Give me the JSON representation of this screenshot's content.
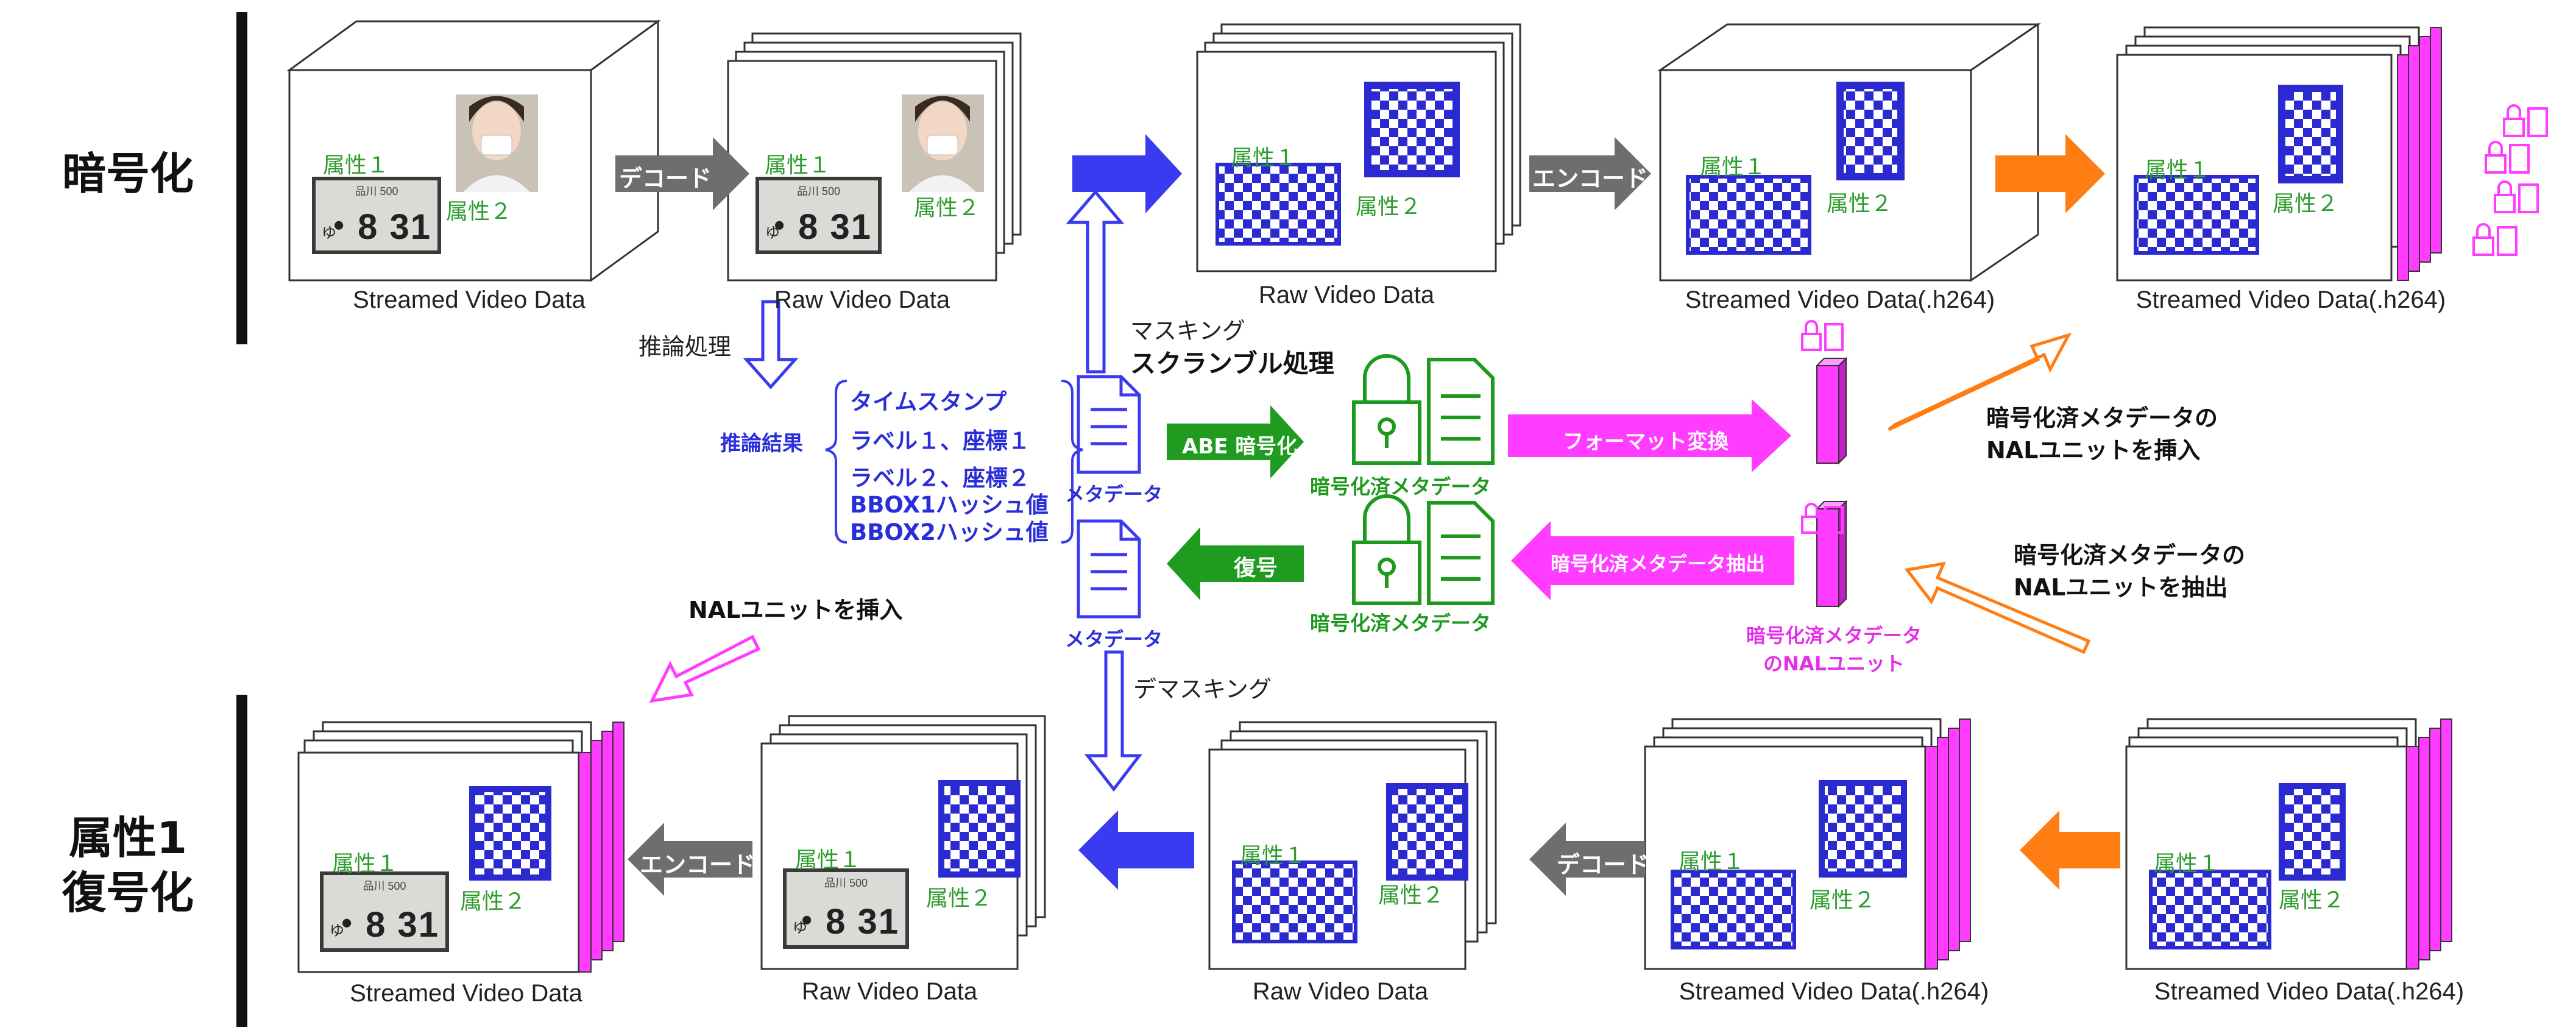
{
  "side_titles": {
    "encrypt": "暗号化",
    "decrypt_line1": "属性1",
    "decrypt_line2": "復号化"
  },
  "captions": {
    "streamed": "Streamed Video Data",
    "raw": "Raw Video Data",
    "streamed_h264": "Streamed Video Data(.h264)"
  },
  "attributes": {
    "attr1": "属性１",
    "attr2": "属性２"
  },
  "arrows": {
    "decode": "デコード",
    "encode": "エンコード",
    "abe_encrypt": "ABE 暗号化",
    "format_convert": "フォーマット変換",
    "extract_meta": "暗号化済メタデータ抽出",
    "decrypt": "復号"
  },
  "labels": {
    "inference": "推論処理",
    "inference_result": "推論結果",
    "masking": "マスキング",
    "scramble": "スクランブル処理",
    "demasking": "デマスキング",
    "metadata": "メタデータ",
    "encrypted_metadata": "暗号化済メタデータ",
    "nal_unit_line1": "暗号化済メタデータ",
    "nal_unit_line2": "のNALユニット",
    "insert_nal_line1": "暗号化済メタデータの",
    "insert_nal_line2": "NALユニットを挿入",
    "extract_nal_line1": "暗号化済メタデータの",
    "extract_nal_line2": "NALユニットを抽出",
    "insert_nal_short": "NALユニットを挿入"
  },
  "inference_items": [
    "タイムスタンプ",
    "ラベル１、座標１",
    "ラベル２、座標２",
    "BBOX1ハッシュ値",
    "BBOX2ハッシュ値"
  ],
  "plate": {
    "region": "品川 500",
    "hira": "ゆ",
    "number": "・8 31"
  },
  "colors": {
    "blue": "#3a3af0",
    "green": "#1d9a1d",
    "magenta": "#ff3cff",
    "orange": "#ff7d12",
    "gray": "#6e6e6e"
  },
  "icons": [
    "face-photo-icon",
    "lock-icon",
    "document-icon",
    "lock-document-icon"
  ]
}
